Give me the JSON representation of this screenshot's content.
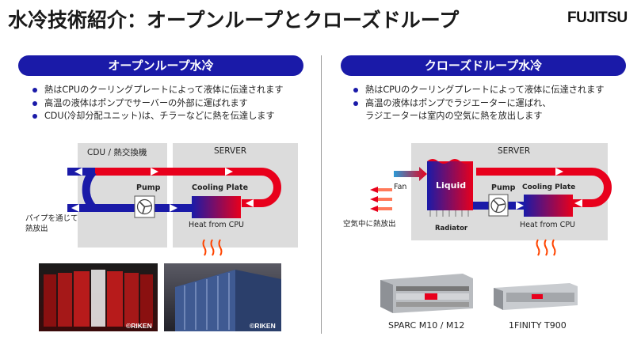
{
  "title": "水冷技術紹介：オープンループとクローズドループ",
  "logo": "FUJITSU",
  "left": {
    "header": "オープンループ水冷",
    "bullets": [
      "熱はCPUのクーリングプレートによって液体に伝達されます",
      "高温の液体はポンプでサーバーの外部に運ばれます",
      "CDU(冷却分配ユニット)は、チラーなどに熱を伝達します"
    ],
    "cdu_label": "CDU / 熱交換機",
    "server_label": "SERVER",
    "pump_label": "Pump",
    "cooling_plate_label": "Cooling Plate",
    "heat_label": "Heat from CPU",
    "pipe_note_1": "パイプを通じて",
    "pipe_note_2": "熱放出",
    "photo_credit_1": "©RIKEN",
    "photo_credit_2": "©RIKEN"
  },
  "right": {
    "header": "クローズドループ水冷",
    "bullets": [
      "熱はCPUのクーリングプレートによって液体に伝達されます",
      "高温の液体はポンプでラジエーターに運ばれ、",
      "ラジエーターは室内の空気に熱を放出します"
    ],
    "server_label": "SERVER",
    "liquid_label": "Liquid",
    "radiator_label": "Radiator",
    "fan_label": "Fan",
    "pump_label": "Pump",
    "cooling_plate_label": "Cooling Plate",
    "heat_label": "Heat from CPU",
    "air_note": "空気中に熱放出",
    "product_1": "SPARC M10 / M12",
    "product_2": "1FINITY T900"
  },
  "colors": {
    "header_bg": "#1a1aa8",
    "hot": "#e8001c",
    "cold": "#1a1aa8",
    "panel": "#dcdcdc"
  }
}
